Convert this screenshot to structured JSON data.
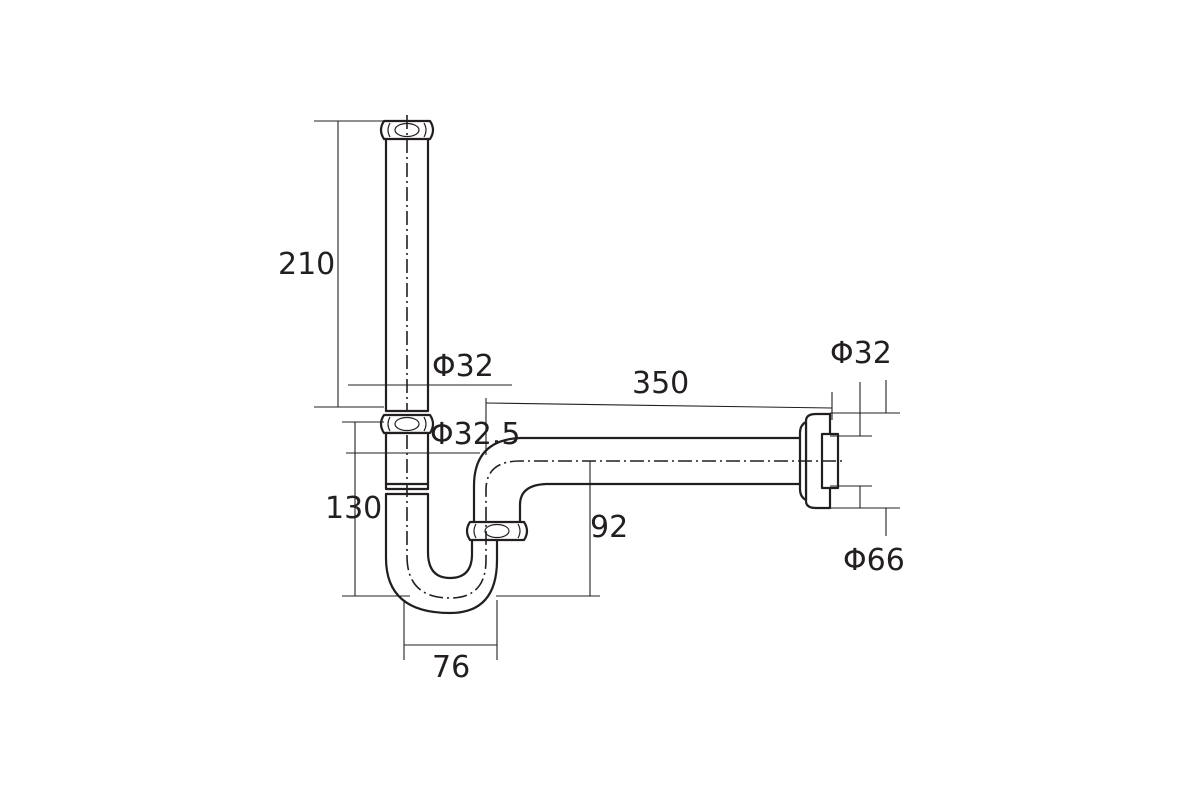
{
  "colors": {
    "line": "#231f20",
    "background": "#ffffff"
  },
  "dimensions": {
    "height_tailpiece": "210",
    "diameter_tailpiece": "Φ32",
    "diameter_inlet": "Φ32.5",
    "height_trap": "130",
    "height_outlet": "92",
    "length_outlet": "350",
    "diameter_outlet": "Φ32",
    "diameter_flange": "Φ66",
    "width_trap": "76"
  },
  "icons": [
    "slip-nut-icon",
    "wall-flange-icon"
  ]
}
